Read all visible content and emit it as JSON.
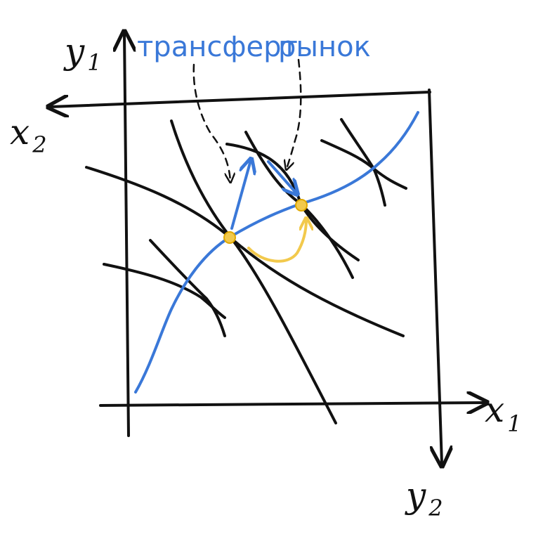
{
  "axes": {
    "y1": "y",
    "y1_sub": "1",
    "x2": "x",
    "x2_sub": "2",
    "x1": "x",
    "x1_sub": "1",
    "y2": "y",
    "y2_sub": "2"
  },
  "annotations": {
    "transfer": "трансферт",
    "market": "рынок"
  },
  "colors": {
    "ink": "#111111",
    "contract_curve": "#3a78d8",
    "points": "#f2c94c"
  }
}
